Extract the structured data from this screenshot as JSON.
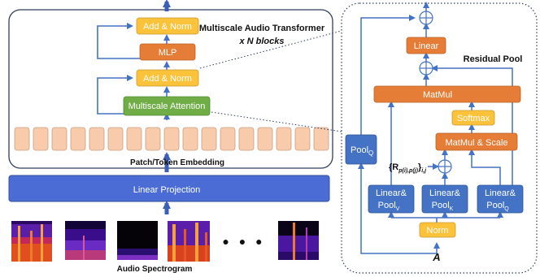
{
  "left": {
    "blocks": {
      "add_norm_top": "Add & Norm",
      "mlp": "MLP",
      "add_norm_mid": "Add & Norm",
      "attention": "Multiscale Attention"
    },
    "title_line1": "Multiscale Audio Transformer",
    "title_line2": "x N blocks",
    "patch_label": "Patch/Token Embedding",
    "projection": "Linear Projection",
    "spectrogram_label": "Audio Spectrogram",
    "ellipsis": "● ● ●"
  },
  "right": {
    "title": "Residual Pool",
    "linear": "Linear",
    "matmul": "MatMul",
    "softmax": "Softmax",
    "matmul_scale": "MatMul & Scale",
    "pool_q": "Pool",
    "pool_q_sub": "Q",
    "lin_pool_v": "Linear&",
    "lin_pool_v_2": "Pool",
    "lin_pool_v_sub": "V",
    "lin_pool_k": "Linear&",
    "lin_pool_k_2": "Pool",
    "lin_pool_k_sub": "K",
    "lin_pool_q": "Linear&",
    "lin_pool_q_2": "Pool",
    "lin_pool_q_sub": "Q",
    "norm": "Norm",
    "input": "A",
    "rel_pos": "{R",
    "rel_pos_sub": "p(i),p(j)",
    "rel_pos_tail": "}",
    "rel_pos_idx": "i,j",
    "plus": "+"
  },
  "colors": {
    "yellow": "#fcc23a",
    "orange": "#e57d36",
    "green": "#70ad47",
    "blue": "#4472c4",
    "peach": "#f8cbad",
    "proj": "#4a6cd4",
    "arrow": "#4472c4"
  }
}
